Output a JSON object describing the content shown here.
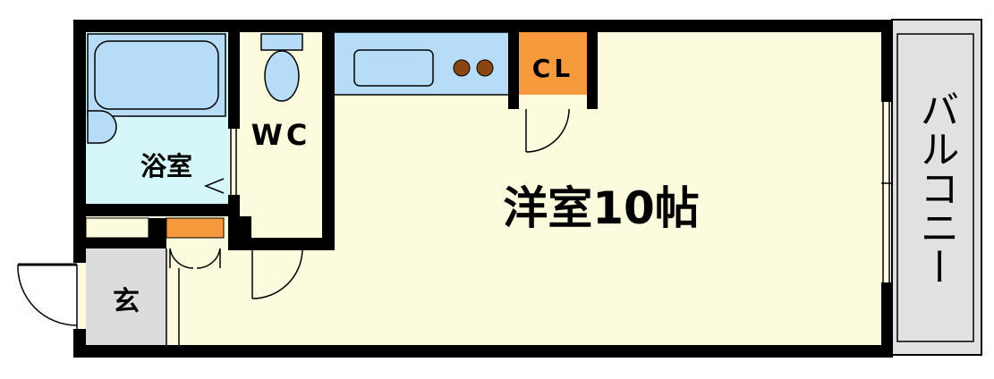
{
  "rooms": {
    "western_room": "洋室10帖",
    "bathroom": "浴室",
    "toilet": "WC",
    "closet": "CL",
    "entrance": "玄",
    "balcony": "バルコニー"
  },
  "colors": {
    "western_room_floor": "#fdfbde",
    "bathroom_floor": "#d6f7fa",
    "fixture_blue": "#b7dcf7",
    "closet_orange": "#f79a3e",
    "entrance_gray": "#dcdcdc",
    "balcony_gray": "#e1e1e1",
    "wall": "#000000"
  }
}
